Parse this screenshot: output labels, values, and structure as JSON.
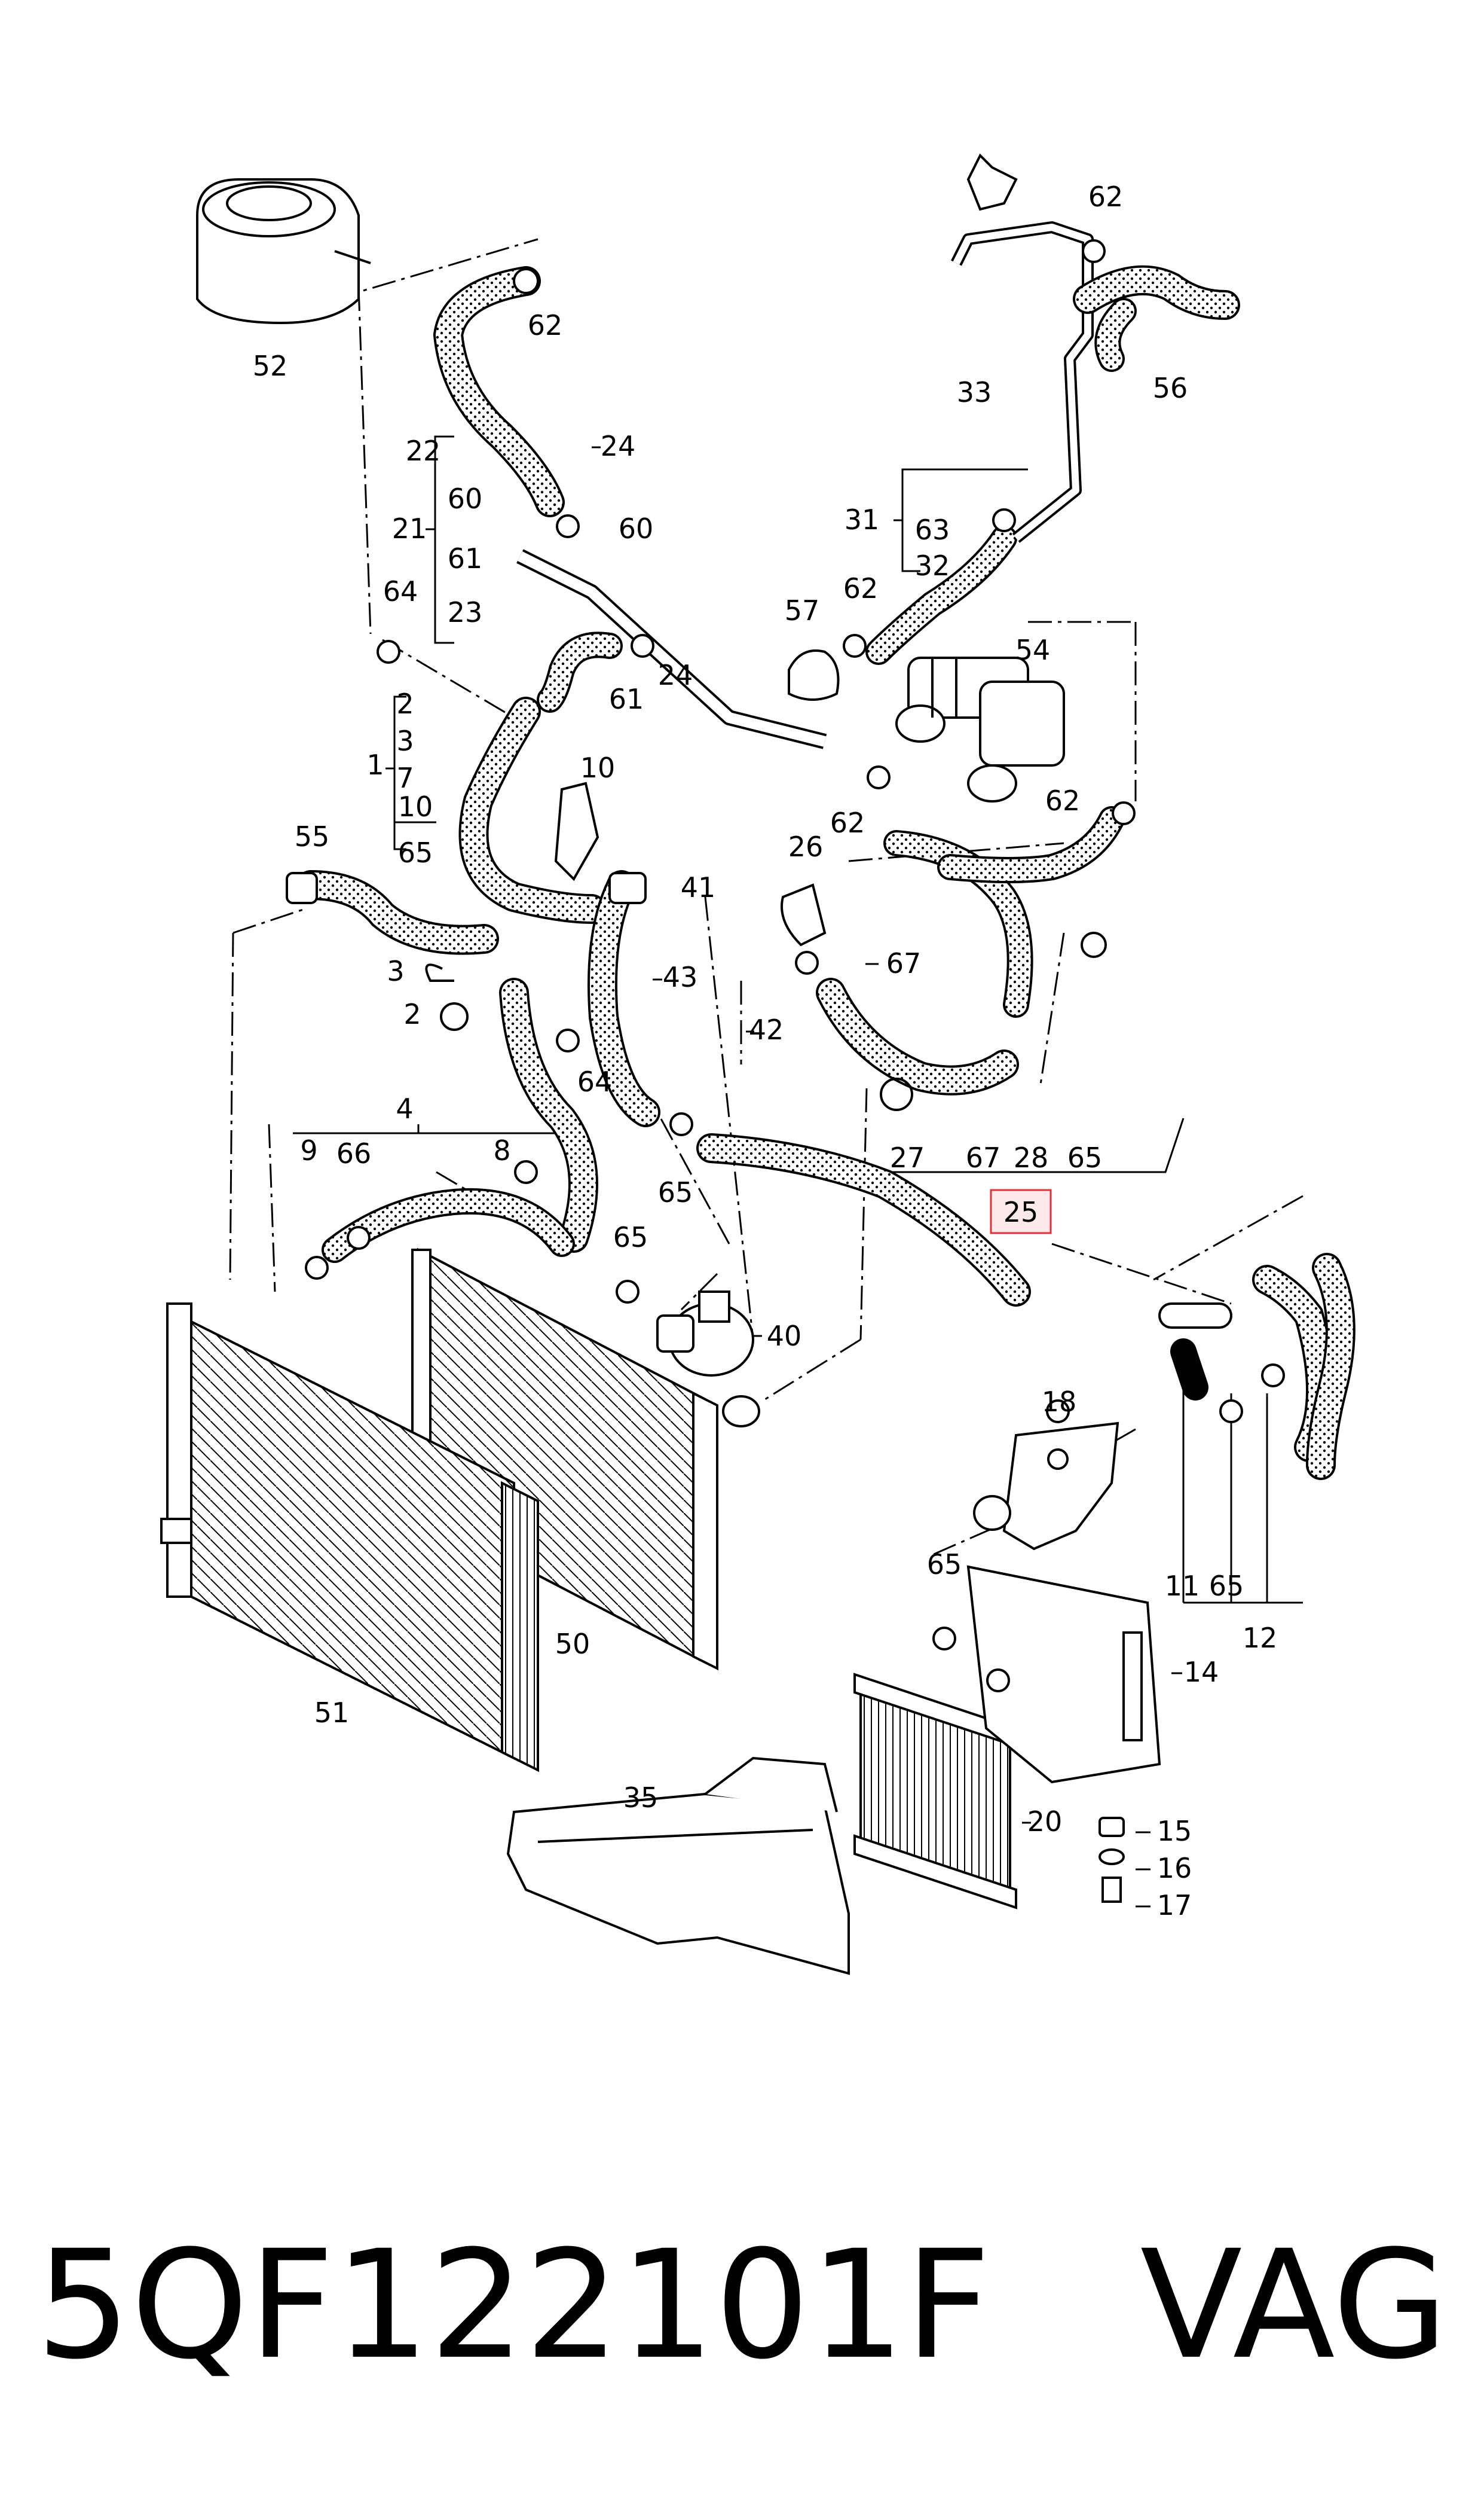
{
  "diagram": {
    "callouts": [
      "52",
      "62",
      "22",
      "24",
      "21",
      "60",
      "60",
      "61",
      "23",
      "64",
      "24",
      "61",
      "2",
      "3",
      "7",
      "1",
      "10",
      "65",
      "10",
      "55",
      "3",
      "2",
      "64",
      "4",
      "9",
      "66",
      "8",
      "65",
      "65",
      "41",
      "43",
      "42",
      "26",
      "67",
      "62",
      "62",
      "33",
      "31",
      "63",
      "32",
      "57",
      "62",
      "54",
      "62",
      "56",
      "27",
      "67",
      "28",
      "65",
      "25",
      "40",
      "18",
      "11",
      "65",
      "12",
      "65",
      "14",
      "20",
      "15",
      "16",
      "17",
      "35",
      "50",
      "51"
    ],
    "highlighted_callout": "25"
  },
  "footer": {
    "part_number": "5QF122101F",
    "brand": "VAG"
  },
  "colors": {
    "line": "#000000",
    "highlight_fill": "#fde8ea",
    "highlight_stroke": "#e0303c"
  }
}
